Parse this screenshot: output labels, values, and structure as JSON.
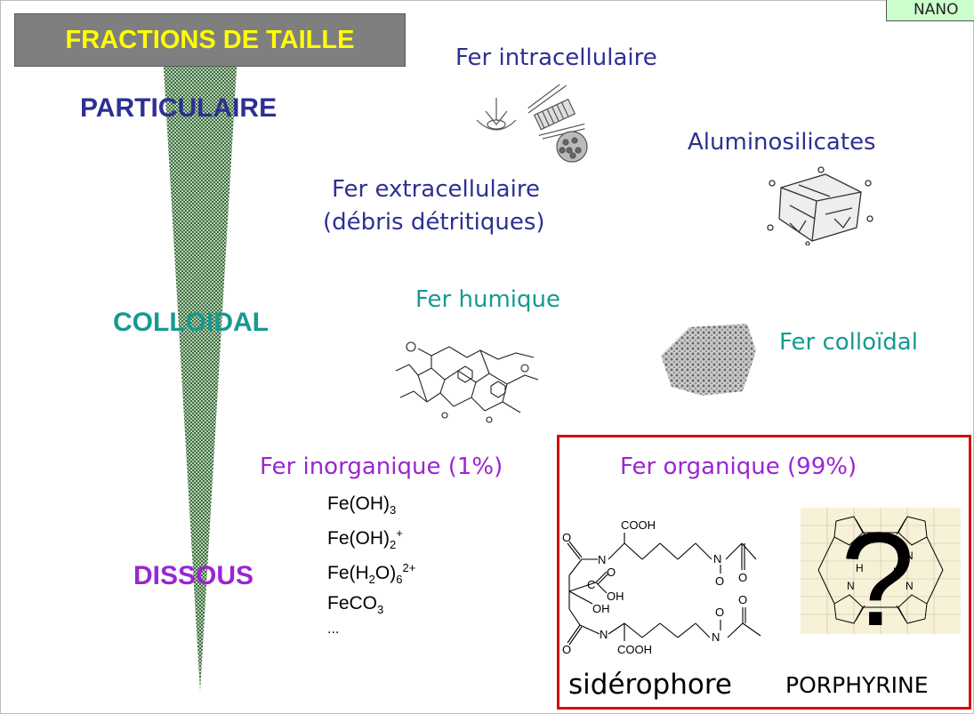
{
  "corner_label": "NANO",
  "title": "FRACTIONS DE TAILLE",
  "levels": {
    "particulaire": "PARTICULAIRE",
    "colloidal": "COLLOIDAL",
    "dissous": "DISSOUS"
  },
  "labels": {
    "intracellulaire": "Fer intracellulaire",
    "aluminosilicates": "Aluminosilicates",
    "extracellulaire_1": "Fer extracellulaire",
    "extracellulaire_2": "(débris détritiques)",
    "humique": "Fer humique",
    "colloidal": "Fer colloïdal",
    "inorganique": "Fer inorganique (1%)",
    "organique": "Fer organique (99%)"
  },
  "inorganic_species": {
    "s1_base": "Fe(OH)",
    "s1_sub": "3",
    "s2_base": "Fe(OH)",
    "s2_sub": "2",
    "s2_sup": "+",
    "s3_base": "Fe(H",
    "s3_sub1": "2",
    "s3_mid": "O)",
    "s3_sub2": "6",
    "s3_sup": "2+",
    "s4_base": "FeCO",
    "s4_sub": "3",
    "more": "..."
  },
  "siderophore": {
    "caption": "sidérophore",
    "cooh_top": "COOH",
    "cooh_bottom": "COOH",
    "n": "N",
    "o": "O",
    "oh": "OH",
    "c": "C"
  },
  "porphyrin": {
    "caption": "PORPHYRINE",
    "question": "?",
    "n": "N",
    "h": "H"
  },
  "colors": {
    "title_bg": "#7f7f7f",
    "title_text": "#ffff00",
    "particulaire": "#2e3092",
    "colloidal": "#159a91",
    "dissous": "#9a26cf",
    "frame_red": "#d60d0d",
    "wedge": "#5f8f5f"
  }
}
